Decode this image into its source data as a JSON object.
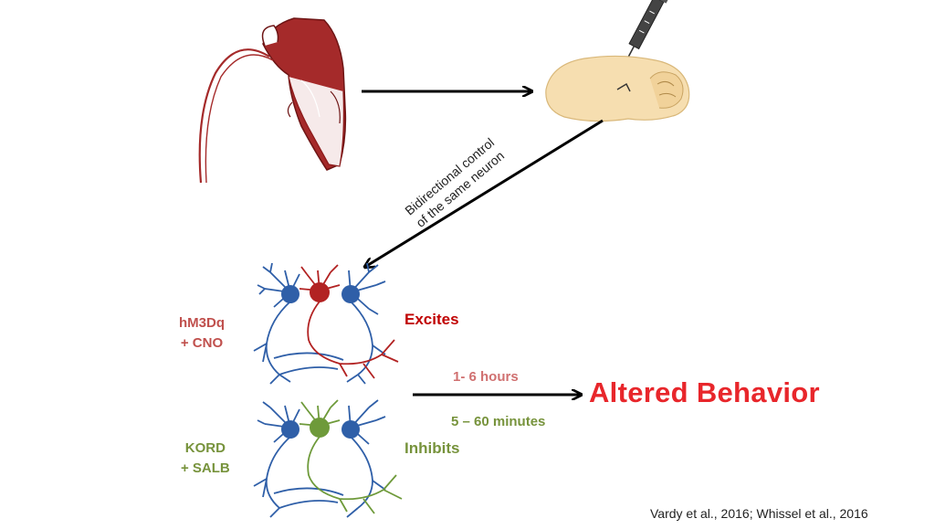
{
  "diagram": {
    "caption_line1": "Bidirectional control",
    "caption_line2": "of the same neuron",
    "left_top_line1": "hM3Dq",
    "left_top_line2": "+ CNO",
    "excites": "Excites",
    "left_bottom_line1": "KORD",
    "left_bottom_line2": "+ SALB",
    "inhibits": "Inhibits",
    "time_top": "1- 6 hours",
    "time_bottom": "5 – 60 minutes",
    "outcome": "Altered Behavior",
    "citation": "Vardy et al., 2016; Whissel  et al., 2016"
  },
  "icons": {
    "mouse": "mouse-icon",
    "brain": "brain-icon",
    "syringe": "syringe-icon",
    "neuron_excite": "neuron-cluster-icon",
    "neuron_inhibit": "neuron-cluster-icon"
  },
  "colors": {
    "mouse": "#a52a2a",
    "brain": "#f6deb0",
    "neuron_blue": "#2f5fa8",
    "neuron_red": "#b22222",
    "neuron_green": "#6e9a3a",
    "outcome": "#e8262b",
    "arrow": "#000000"
  }
}
